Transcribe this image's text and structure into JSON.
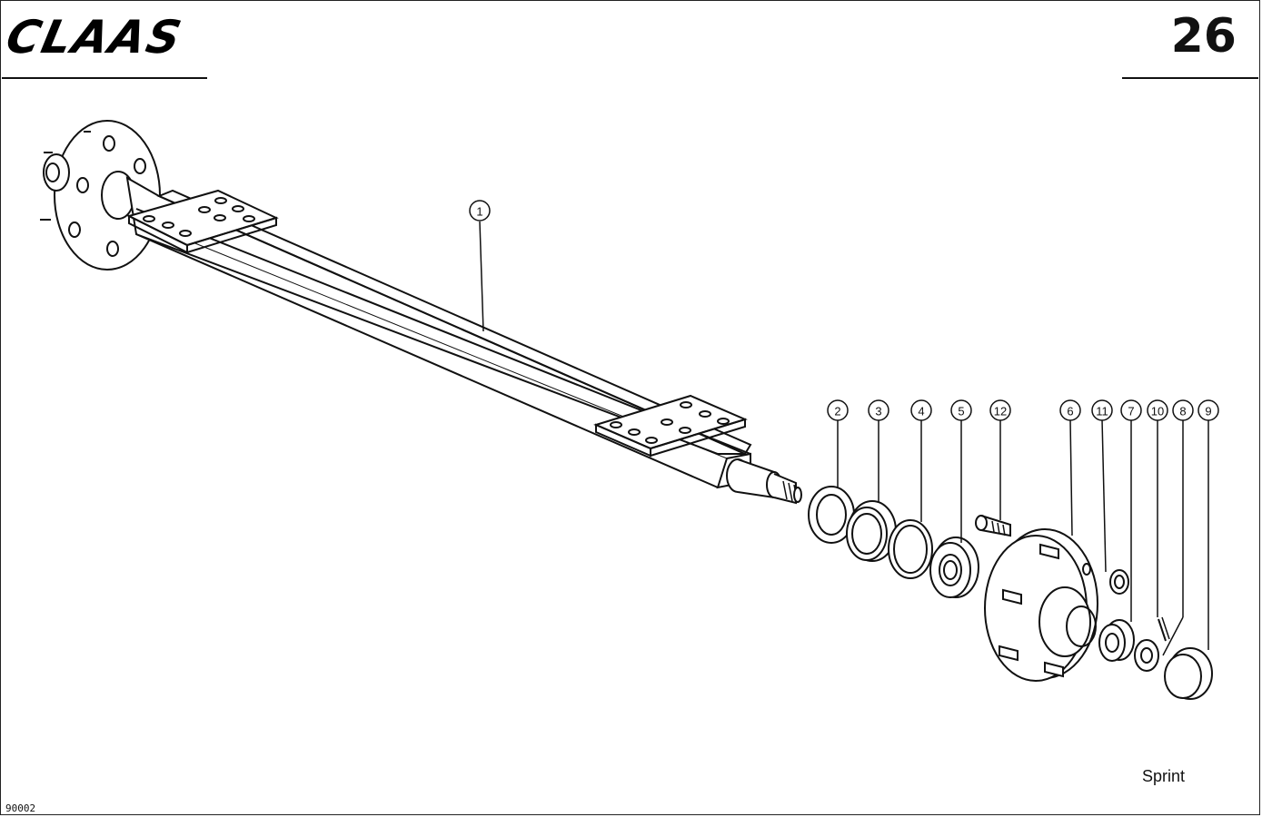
{
  "header": {
    "brand": "CLAAS",
    "page_number": "26"
  },
  "footer": {
    "model": "Sprint",
    "drawing_number": "90002"
  },
  "callouts": {
    "c1": "1",
    "c2": "2",
    "c3": "3",
    "c4": "4",
    "c5": "5",
    "c12": "12",
    "c6": "6",
    "c11": "11",
    "c7": "7",
    "c10": "10",
    "c8": "8",
    "c9": "9"
  }
}
